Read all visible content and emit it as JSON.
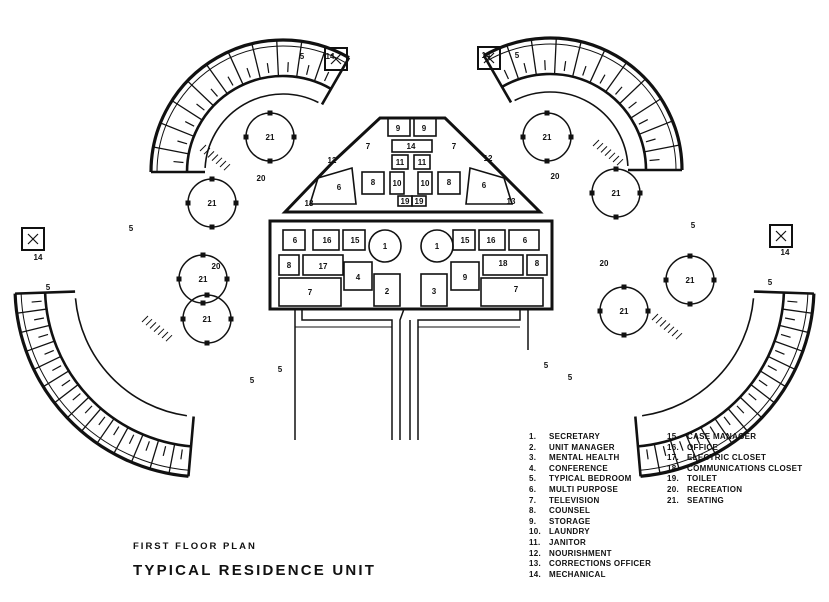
{
  "plan": {
    "title": "FIRST FLOOR PLAN",
    "subtitle": "TYPICAL RESIDENCE UNIT"
  },
  "legend_left": [
    {
      "num": "1.",
      "label": "SECRETARY"
    },
    {
      "num": "2.",
      "label": "UNIT MANAGER"
    },
    {
      "num": "3.",
      "label": "MENTAL HEALTH"
    },
    {
      "num": "4.",
      "label": "CONFERENCE"
    },
    {
      "num": "5.",
      "label": "TYPICAL BEDROOM"
    },
    {
      "num": "6.",
      "label": "MULTI PURPOSE"
    },
    {
      "num": "7.",
      "label": "TELEVISION"
    },
    {
      "num": "8.",
      "label": "COUNSEL"
    },
    {
      "num": "9.",
      "label": "STORAGE"
    },
    {
      "num": "10.",
      "label": "LAUNDRY"
    },
    {
      "num": "11.",
      "label": "JANITOR"
    },
    {
      "num": "12.",
      "label": "NOURISHMENT"
    },
    {
      "num": "13.",
      "label": "CORRECTIONS OFFICER"
    },
    {
      "num": "14.",
      "label": "MECHANICAL"
    }
  ],
  "legend_right": [
    {
      "num": "15.",
      "label": "CASE MANAGER"
    },
    {
      "num": "16.",
      "label": "OFFICE"
    },
    {
      "num": "17.",
      "label": "ELECTRIC CLOSET"
    },
    {
      "num": "18.",
      "label": "COMMUNICATIONS CLOSET"
    },
    {
      "num": "19.",
      "label": "TOILET"
    },
    {
      "num": "20.",
      "label": "RECREATION"
    },
    {
      "num": "21.",
      "label": "SEATING"
    }
  ],
  "room_labels": {
    "r5": "5",
    "r14": "14",
    "r20": "20",
    "r21": "21",
    "r1": "1",
    "r2": "2",
    "r3": "3",
    "r4": "4",
    "r6": "6",
    "r7": "7",
    "r8": "8",
    "r9": "9",
    "r10": "10",
    "r11": "11",
    "r12": "12",
    "r13": "13",
    "r15": "15",
    "r16": "16",
    "r17": "17",
    "r18": "18",
    "r19": "19"
  }
}
